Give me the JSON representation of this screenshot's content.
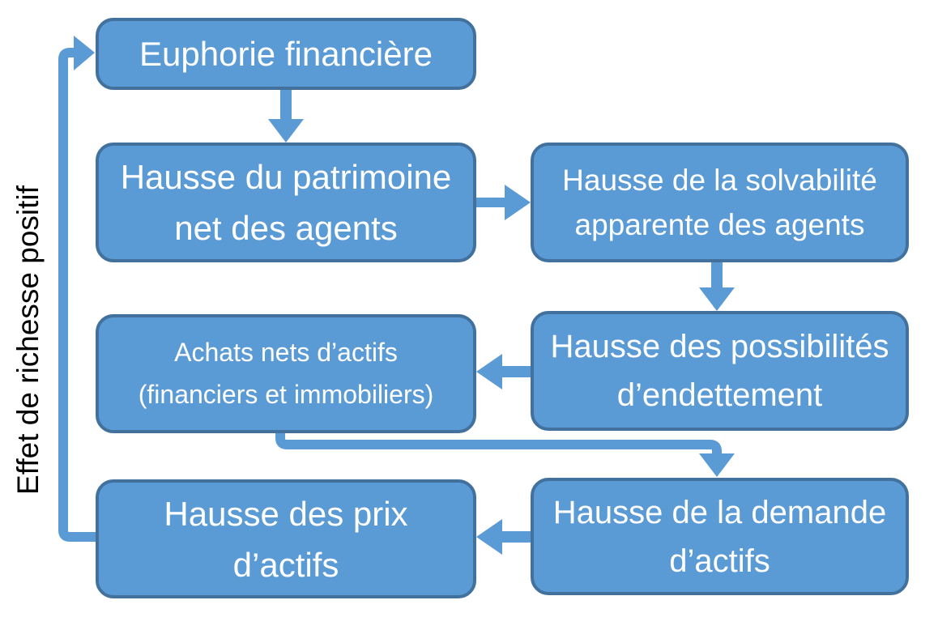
{
  "diagram": {
    "background": "#ffffff",
    "colors": {
      "node_fill": "#5b9bd5",
      "node_border": "#41719c",
      "node_text": "#ffffff",
      "connector": "#5b9bd5",
      "feedback_label_text": "#000000"
    },
    "nodes": [
      {
        "id": "euphorie-financiere",
        "lines": [
          "Euphorie financière"
        ]
      },
      {
        "id": "hausse-patrimoine-net",
        "lines": [
          "Hausse du patrimoine",
          "net des agents"
        ]
      },
      {
        "id": "hausse-solvabilite-apparente",
        "lines": [
          "Hausse de la solvabilité",
          "apparente des agents"
        ]
      },
      {
        "id": "achats-nets-actifs",
        "lines": [
          "Achats nets d’actifs",
          "(financiers et immobiliers)"
        ]
      },
      {
        "id": "hausse-possibilites-endettement",
        "lines": [
          "Hausse des possibilités",
          "d’endettement"
        ]
      },
      {
        "id": "hausse-prix-actifs",
        "lines": [
          "Hausse des prix",
          "d’actifs"
        ]
      },
      {
        "id": "hausse-demande-actifs",
        "lines": [
          "Hausse de la demande",
          "d’actifs"
        ]
      }
    ],
    "edges": [
      {
        "from": "euphorie-financiere",
        "to": "hausse-patrimoine-net"
      },
      {
        "from": "hausse-patrimoine-net",
        "to": "hausse-solvabilite-apparente"
      },
      {
        "from": "hausse-solvabilite-apparente",
        "to": "hausse-possibilites-endettement"
      },
      {
        "from": "hausse-possibilites-endettement",
        "to": "achats-nets-actifs"
      },
      {
        "from": "achats-nets-actifs",
        "to": "hausse-demande-actifs"
      },
      {
        "from": "hausse-demande-actifs",
        "to": "hausse-prix-actifs"
      },
      {
        "from": "hausse-prix-actifs",
        "to": "euphorie-financiere",
        "label": "Effet de richesse positif"
      }
    ]
  }
}
